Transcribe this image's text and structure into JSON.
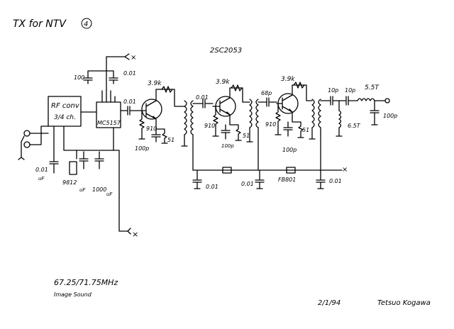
{
  "title": "TX for NTV",
  "title_channel_mark": "4",
  "transistor_type": "2SC2053",
  "blocks": {
    "rf_converter": {
      "line1": "RF conv",
      "line2": "3/4 ch."
    },
    "ic": "MC5157"
  },
  "component_labels": {
    "c_top_100u": "100",
    "c_top_001": "0.01",
    "c_top_001_b": "0.01",
    "r_stage1": "3.9k",
    "r_stage2": "3.9k",
    "r_stage3": "3.9k",
    "c_couple_1": "0.01",
    "c_couple_2": "68p",
    "r_bias_1": "910",
    "r_bias_2": "910",
    "r_bias_3": "910",
    "r_emit_1": "51",
    "r_emit_2": "51",
    "r_emit_3": "51",
    "c_emit_1": "100p",
    "c_emit_2": "100p",
    "c_emit_3": "100p",
    "c_out_1": "10p",
    "c_out_2": "10p",
    "l_out": "5.5T",
    "l_mid": "6.5T",
    "c_out_gnd": "100p",
    "c_left_001": "0.01",
    "c_left_uf": "uF",
    "c_9812": "9812",
    "c_uf": "uF",
    "c_1000": "1000",
    "c_uf2": "uF",
    "c_bus_1": "0.01",
    "c_bus_2": "0.01",
    "c_bus_3": "0.01",
    "ferrite_bead": "FB801"
  },
  "frequencies": "67.25/71.75MHz",
  "freq_caption": "Image   Sound",
  "date": "2/1/94",
  "author": "Tetsuo Kogawa"
}
